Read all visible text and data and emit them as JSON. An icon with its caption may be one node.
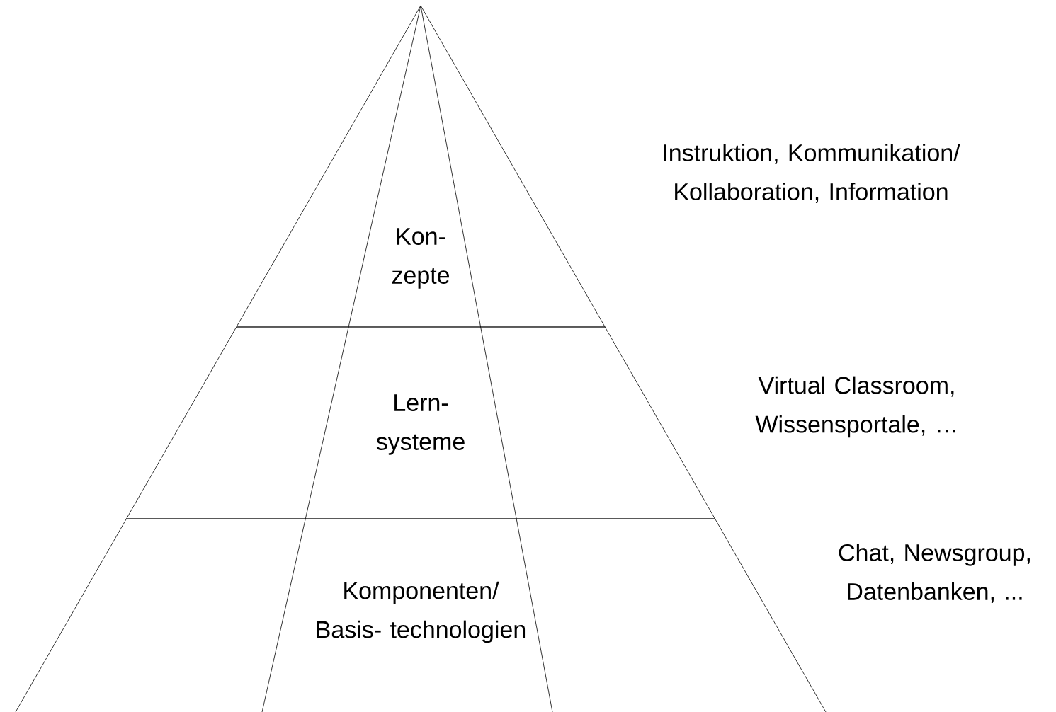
{
  "diagram": {
    "nodes": [
      {
        "text": [
          "Kon- zepte"
        ],
        "beside": [
          "Instruktion, Kommunikation/ Kollaboration, Information"
        ]
      },
      {
        "text": [
          "Lern- systeme"
        ],
        "beside": [
          "Virtual Classroom, Wissensportale, …"
        ]
      },
      {
        "text": [
          "Komponenten/ Basis- technologien"
        ],
        "beside": [
          "Chat, Newsgroup, Datenbanken, ..."
        ]
      }
    ]
  }
}
